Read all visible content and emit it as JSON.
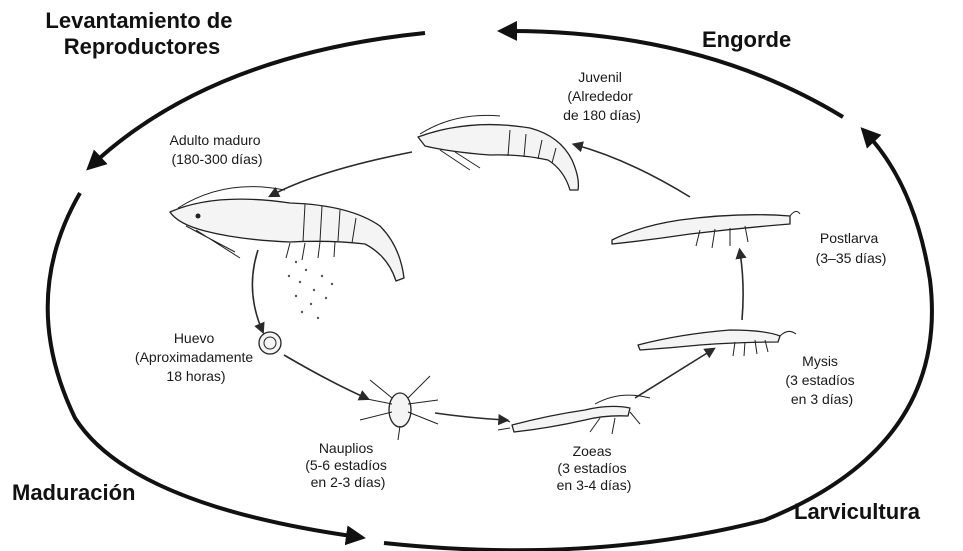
{
  "phases": {
    "broodstock": [
      "Levantamiento de",
      "Reproductores"
    ],
    "growout": "Engorde",
    "maturation": "Maduración",
    "larviculture": "Larvicultura"
  },
  "stages": {
    "adult": [
      "Adulto maduro",
      "(180-300 días)"
    ],
    "juvenile": [
      "Juvenil",
      "(Alrededor",
      "de 180 días)"
    ],
    "postlarva": [
      "Postlarva",
      "(3–35 días)"
    ],
    "egg": [
      "Huevo",
      "(Aproximadamente",
      "18 horas)"
    ],
    "mysis": [
      "Mysis",
      "(3 estadíos",
      "en 3 días)"
    ],
    "nauplius": [
      "Nauplios",
      "(5-6 estadíos",
      "en 2-3 días)"
    ],
    "zoea": [
      "Zoeas",
      "(3 estadíos",
      "en 3-4 días)"
    ]
  },
  "colors": {
    "ink": "#111111",
    "background": "#ffffff"
  }
}
